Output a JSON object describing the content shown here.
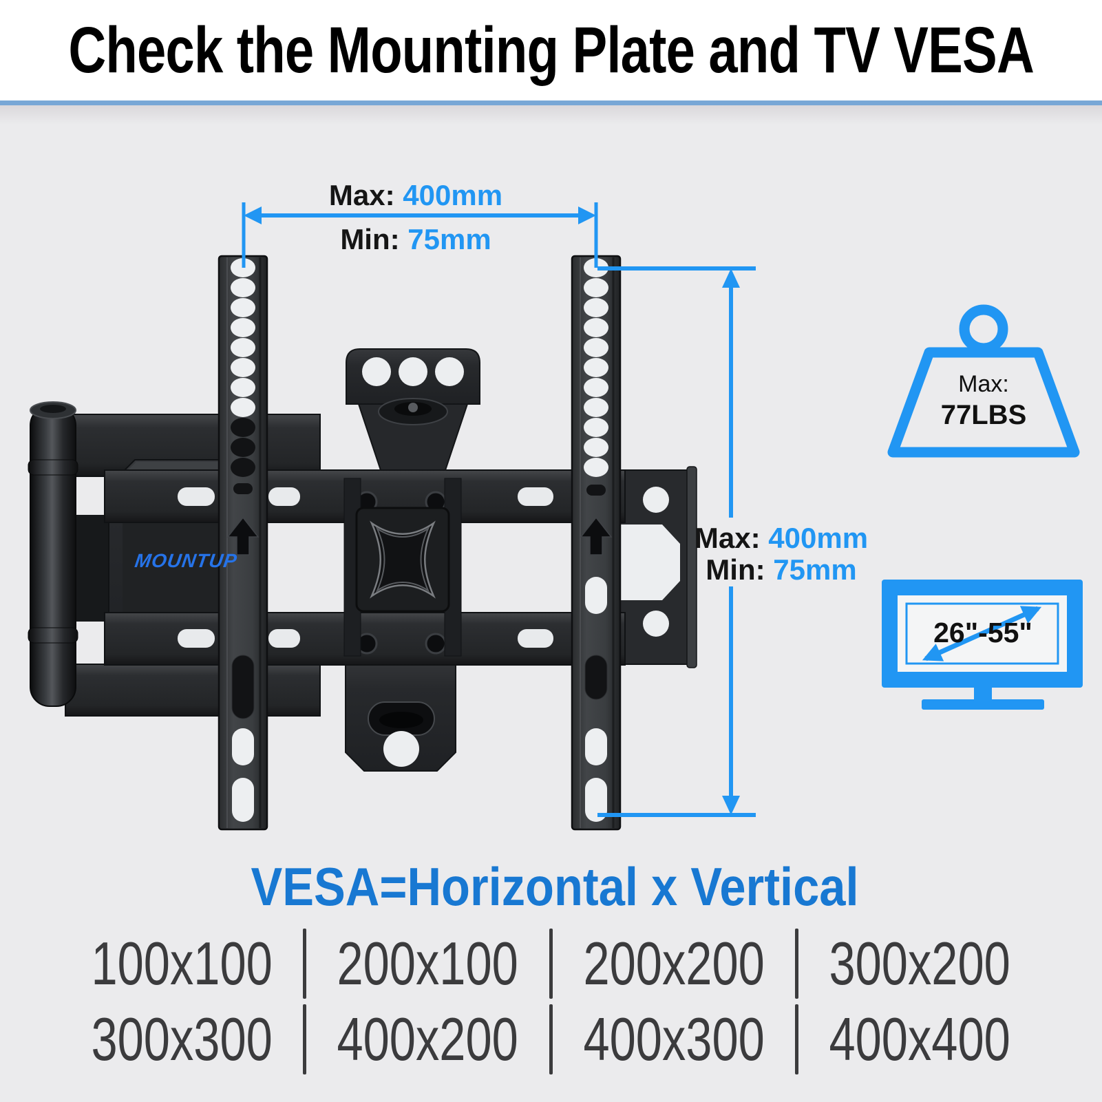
{
  "header": {
    "title": "Check the Mounting Plate and TV VESA"
  },
  "brand": {
    "logo": "MOUNTUP"
  },
  "dimensions": {
    "horizontal": {
      "max_label": "Max:",
      "max_value": "400mm",
      "min_label": "Min:",
      "min_value": "75mm"
    },
    "vertical": {
      "max_label": "Max:",
      "max_value": "400mm",
      "min_label": "Min:",
      "min_value": "75mm"
    }
  },
  "weight_capacity": {
    "label": "Max:",
    "value": "77LBS"
  },
  "tv_size_range": {
    "value": "26\"-55\""
  },
  "vesa": {
    "heading": "VESA=Horizontal x Vertical",
    "rows": [
      [
        "100x100",
        "200x100",
        "200x200",
        "300x200"
      ],
      [
        "300x300",
        "400x200",
        "400x300",
        "400x400"
      ]
    ]
  },
  "colors": {
    "accent_blue": "#2196f3",
    "heading_blue": "#1878d2",
    "separator_blue": "#78a7d6",
    "logo_blue": "#2673e8",
    "text_dark": "#3b3b3d",
    "background": "#ebebed"
  }
}
